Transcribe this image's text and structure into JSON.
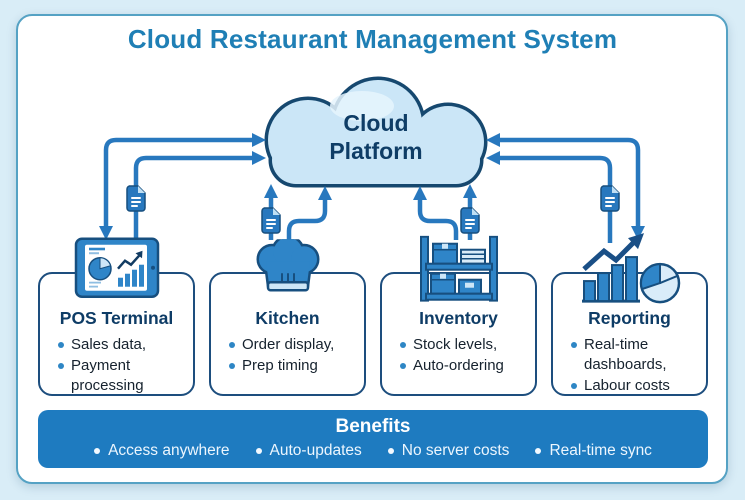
{
  "title": "Cloud Restaurant Management System",
  "cloud": {
    "line1": "Cloud",
    "line2": "Platform"
  },
  "cards": [
    {
      "title": "POS Terminal",
      "icon": "pos-tablet-icon",
      "bullets": [
        "Sales data,",
        "Payment processing"
      ]
    },
    {
      "title": "Kitchen",
      "icon": "chef-hat-icon",
      "bullets": [
        "Order display,",
        "Prep timing"
      ]
    },
    {
      "title": "Inventory",
      "icon": "shelf-rack-icon",
      "bullets": [
        "Stock levels,",
        "Auto-ordering"
      ]
    },
    {
      "title": "Reporting",
      "icon": "chart-growth-icon",
      "bullets": [
        "Real-time dashboards,",
        "Labour costs"
      ]
    }
  ],
  "benefits": {
    "title": "Benefits",
    "items": [
      "Access anywhere",
      "Auto-updates",
      "No server costs",
      "Real-time sync"
    ]
  },
  "colors": {
    "page_background": "#D9EDF7",
    "card_border": "#55A2C4",
    "main_title": "#1F7FB5",
    "arrow_blue": "#2878BE",
    "icon_blue": "#2F85C8",
    "outline_navy": "#174F7F",
    "box_border_navy": "#1D4E7E",
    "heading_navy": "#0E3C66",
    "cloud_fill": "#CBE6F7",
    "benefits_bar": "#1E7BC0",
    "bullet_dot": "#2E86C5"
  }
}
